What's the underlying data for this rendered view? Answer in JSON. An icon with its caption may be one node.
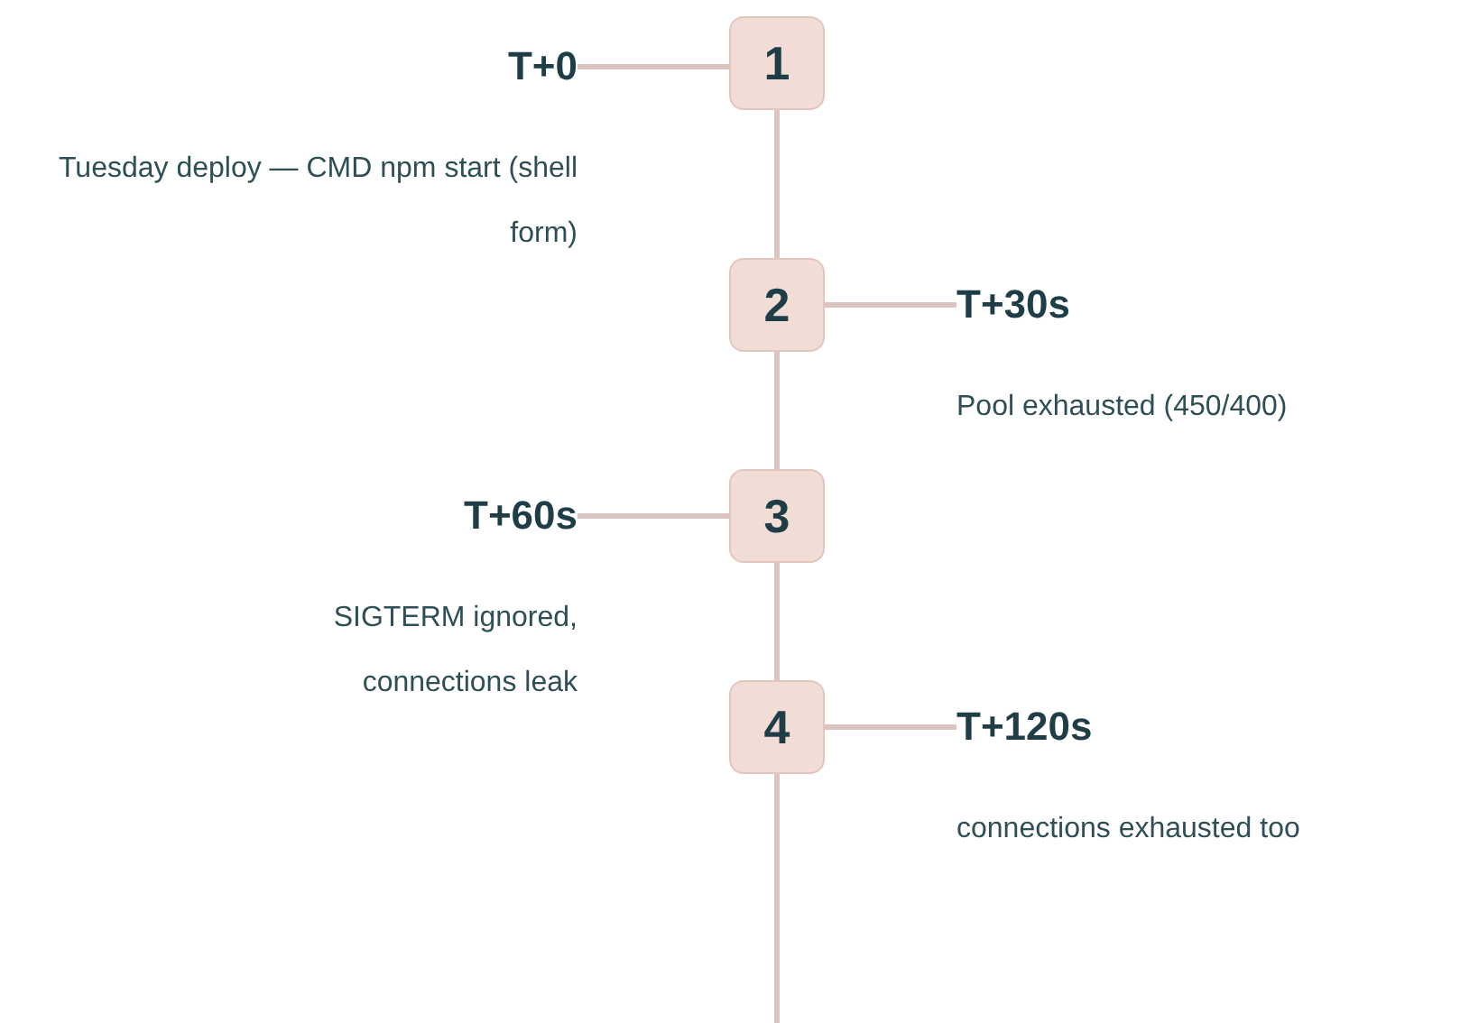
{
  "diagram": {
    "nodes": [
      {
        "text": [
          "1"
        ]
      },
      {
        "text": [
          "T+0",
          "Tuesday deploy — CMD npm start (shell form)"
        ]
      },
      {
        "text": [
          "2"
        ]
      },
      {
        "text": [
          "T+30s",
          "Pool exhausted (450/400)"
        ]
      },
      {
        "text": [
          "3"
        ]
      },
      {
        "text": [
          "T+60s",
          "SIGTERM ignored, connections leak"
        ]
      },
      {
        "text": [
          "4"
        ]
      },
      {
        "text": [
          "T+120s",
          "connections exhausted too"
        ]
      }
    ],
    "edges": [
      {
        "from": 1,
        "to": 0,
        "arrow": "none"
      },
      {
        "from": 0,
        "to": 2,
        "arrow": "none"
      },
      {
        "from": 2,
        "to": 3,
        "arrow": "none"
      },
      {
        "from": 2,
        "to": 4,
        "arrow": "none"
      },
      {
        "from": 5,
        "to": 4,
        "arrow": "none"
      },
      {
        "from": 4,
        "to": 6,
        "arrow": "none"
      },
      {
        "from": 6,
        "to": 7,
        "arrow": "none"
      },
      {
        "from": 6,
        "to": null,
        "arrow": "none"
      }
    ]
  }
}
